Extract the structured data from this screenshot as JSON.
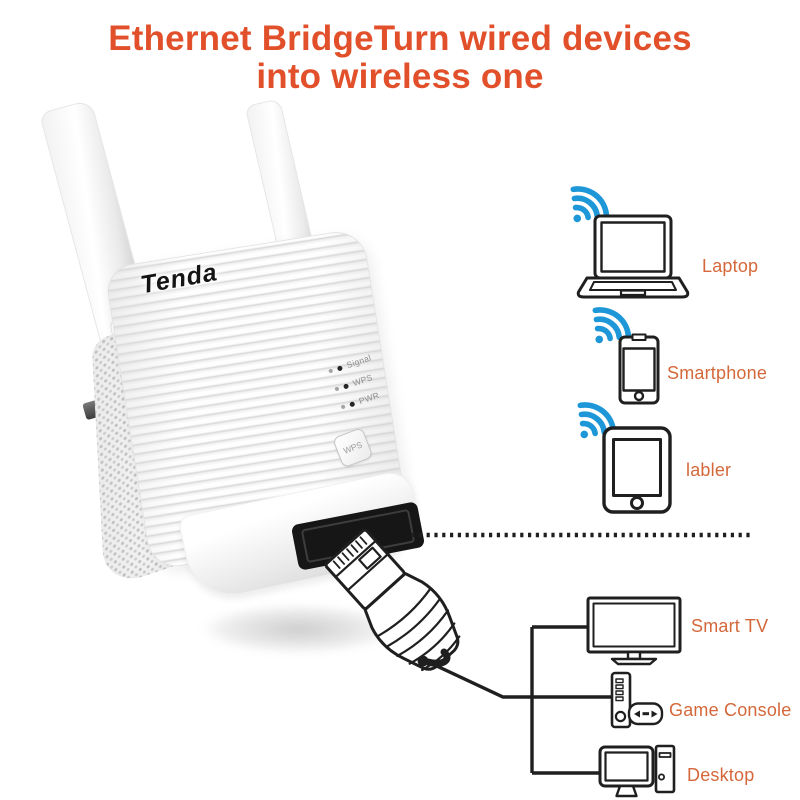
{
  "title": {
    "line1": "Ethernet BridgeTurn wired devices",
    "line2": "into wireless one"
  },
  "device": {
    "brand": "Tenda",
    "leds": [
      {
        "label": "Signal"
      },
      {
        "label": "WPS"
      },
      {
        "label": "PWR"
      }
    ],
    "wps_button_label": "WPS"
  },
  "wireless_devices": [
    {
      "label": "Laptop",
      "icon": "laptop-icon"
    },
    {
      "label": "Smartphone",
      "icon": "smartphone-icon"
    },
    {
      "label": "labler",
      "icon": "tablet-icon"
    }
  ],
  "wired_devices": [
    {
      "label": "Smart TV",
      "icon": "tv-icon"
    },
    {
      "label": "Game Console",
      "icon": "game-console-icon"
    },
    {
      "label": "Desktop",
      "icon": "desktop-icon"
    }
  ],
  "colors": {
    "title_orange": "#e1502a",
    "label_orange": "#d4683a",
    "wifi_blue": "#1e97d8",
    "line_art": "#1f1f1f"
  }
}
